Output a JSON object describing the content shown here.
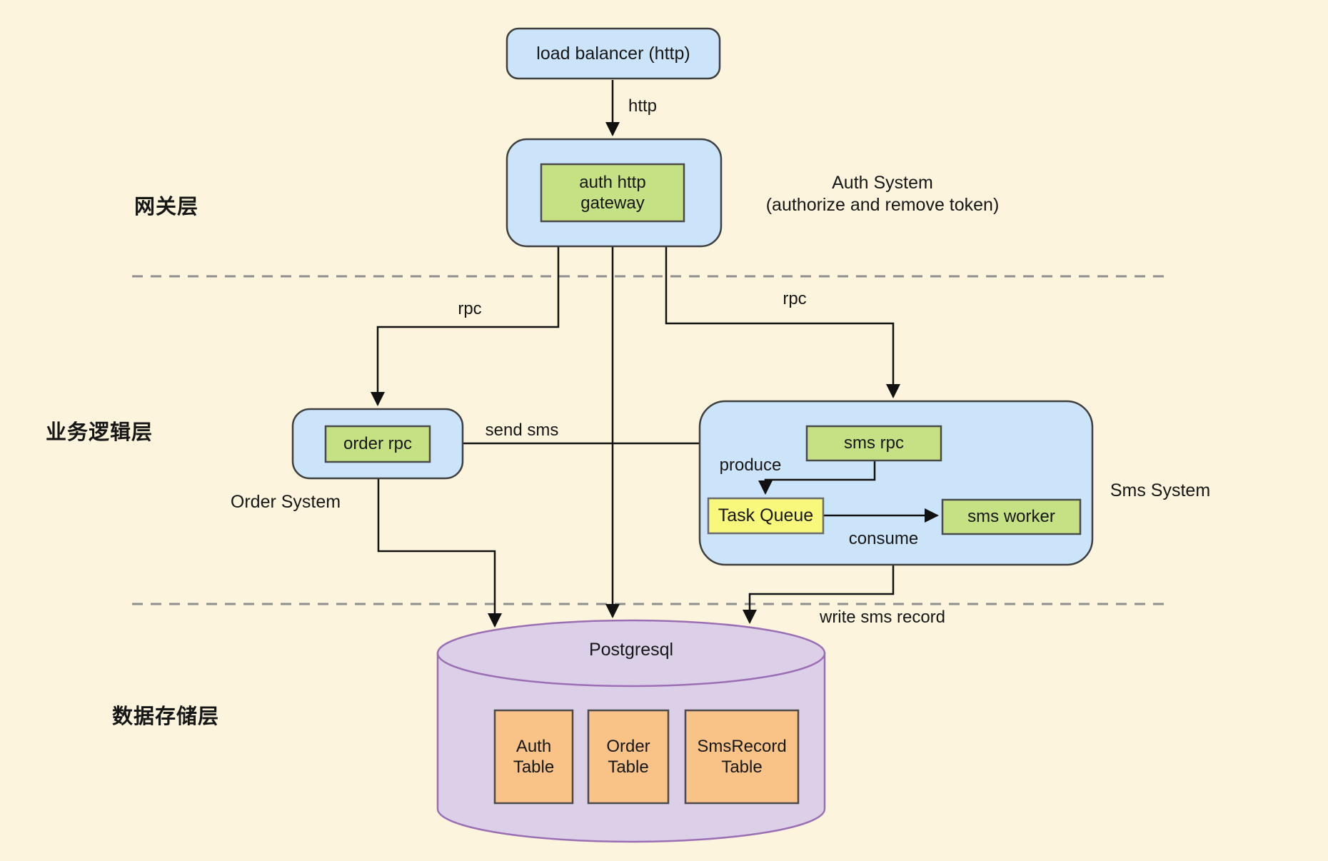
{
  "canvas": {
    "background": "#FCF4DC"
  },
  "layers": {
    "gateway": {
      "label": "网关层"
    },
    "business": {
      "label": "业务逻辑层"
    },
    "storage": {
      "label": "数据存储层"
    }
  },
  "nodes": {
    "load_balancer": {
      "label": "load balancer (http)",
      "color": "#CBE4FA"
    },
    "auth_gateway": {
      "label": "auth http gateway",
      "color": "#C5E184"
    },
    "order_rpc": {
      "label": "order rpc",
      "color": "#C5E184"
    },
    "sms_rpc": {
      "label": "sms rpc",
      "color": "#C5E184"
    },
    "task_queue": {
      "label": "Task Queue",
      "color": "#F8F87C"
    },
    "sms_worker": {
      "label": "sms worker",
      "color": "#C5E184"
    },
    "postgresql": {
      "label": "Postgresql",
      "color": "#DCD0E8"
    },
    "auth_table": {
      "label": "Auth Table",
      "color": "#F9C387"
    },
    "order_table": {
      "label": "Order Table",
      "color": "#F9C387"
    },
    "smsrecord_table": {
      "label": "SmsRecord Table",
      "color": "#F9C387"
    }
  },
  "annotations": {
    "auth_system": {
      "line1": "Auth System",
      "line2": "(authorize and remove token)"
    },
    "order_system": {
      "label": "Order System"
    },
    "sms_system": {
      "label": "Sms System"
    }
  },
  "edges": {
    "http": {
      "label": "http",
      "from": "load_balancer",
      "to": "auth_gateway"
    },
    "rpc_order": {
      "label": "rpc",
      "from": "auth_gateway",
      "to": "order_rpc"
    },
    "rpc_sms": {
      "label": "rpc",
      "from": "auth_gateway",
      "to": "sms_system"
    },
    "send_sms": {
      "label": "send sms",
      "from": "order_rpc",
      "to": "sms_rpc"
    },
    "produce": {
      "label": "produce",
      "from": "sms_rpc",
      "to": "task_queue"
    },
    "consume": {
      "label": "consume",
      "from": "task_queue",
      "to": "sms_worker"
    },
    "auth_db": {
      "from": "auth_gateway",
      "to": "postgresql"
    },
    "order_db": {
      "from": "order_rpc",
      "to": "postgresql"
    },
    "write_sms_record": {
      "label": "write sms record",
      "from": "sms_system",
      "to": "postgresql"
    }
  },
  "colors": {
    "background": "#FCF4DC",
    "node_blue": "#CBE4FA",
    "node_green": "#C5E184",
    "node_yellow": "#F8F87C",
    "node_orange": "#F9C387",
    "cylinder_fill": "#DCD0E8",
    "cylinder_stroke": "#9B6FB4",
    "line": "#111111",
    "divider": "#8F8F8F",
    "box_border": "#3F3F3F"
  }
}
